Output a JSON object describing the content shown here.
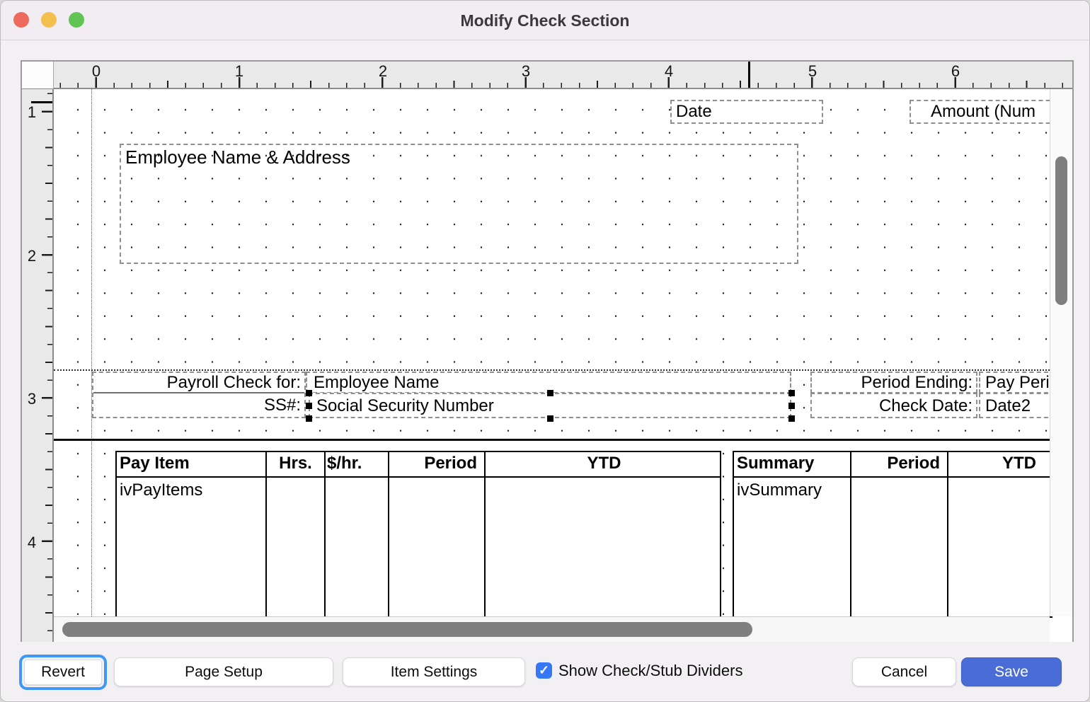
{
  "window": {
    "title": "Modify Check Section"
  },
  "ruler": {
    "h_labels": [
      "0",
      "1",
      "2",
      "3",
      "4",
      "5",
      "6"
    ],
    "v_labels": [
      "1",
      "2",
      "3",
      "4"
    ]
  },
  "design": {
    "date_field": "Date",
    "amount_field": "Amount (Num",
    "employee_address_field": "Employee Name & Address",
    "payroll_check_for_label": "Payroll Check for:",
    "ss_label": "SS#:",
    "employee_name_field": "Employee Name",
    "ssn_field": "Social Security Number",
    "period_ending_label": "Period Ending:",
    "pay_period_field": "Pay Peri",
    "check_date_label": "Check Date:",
    "date2_field": "Date2",
    "pay_table": {
      "headers": [
        "Pay Item",
        "Hrs.",
        "$/hr.",
        "Period",
        "YTD"
      ],
      "placeholder_row": "ivPayItems"
    },
    "summary_table": {
      "headers": [
        "Summary",
        "Period",
        "YTD"
      ],
      "placeholder_row": "ivSummary"
    }
  },
  "footer": {
    "revert_label": "Revert",
    "page_setup_label": "Page Setup",
    "item_settings_label": "Item Settings",
    "dividers_checkbox_label": "Show Check/Stub Dividers",
    "dividers_checked": true,
    "checkmark": "✓",
    "cancel_label": "Cancel",
    "save_label": "Save"
  },
  "colors": {
    "save_button": "#4a6cd6",
    "checkbox_blue": "#3478f6",
    "focus_ring": "#3f97f8",
    "traffic_red": "#ee6a5e",
    "traffic_yellow": "#f5bf4f",
    "traffic_green": "#61c454"
  }
}
